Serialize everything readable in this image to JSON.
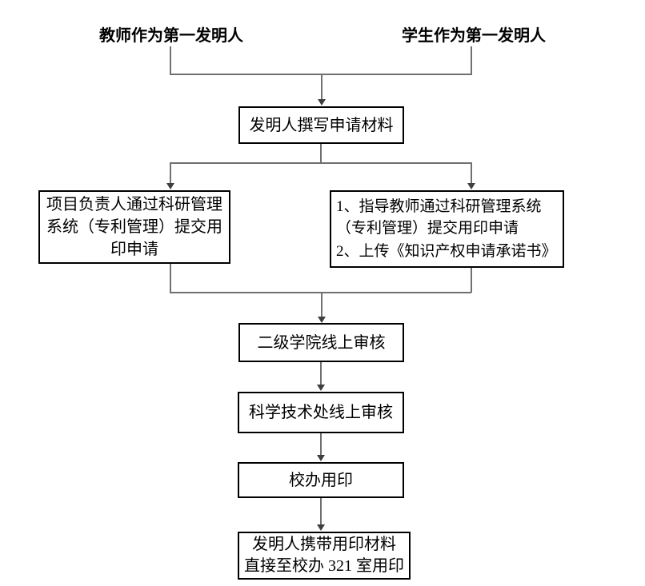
{
  "flowchart": {
    "title_hint": "专利用印申请流程图",
    "colors": {
      "background": "#ffffff",
      "box_border": "#000000",
      "connector_line": "#707070",
      "arrowhead": "#3f3f3f",
      "text": "#000000"
    },
    "top_branch_labels": {
      "teacher": "教师作为第一发明人",
      "student": "学生作为第一发明人"
    },
    "nodes": {
      "write_application": {
        "label": "发明人撰写申请材料"
      },
      "project_leader_submit": {
        "lines": [
          "项目负责人通过科研管理",
          "系统（专利管理）提交用",
          "印申请"
        ]
      },
      "advisor_submit": {
        "lines": [
          "1、指导教师通过科研管理系统",
          "（专利管理）提交用印申请",
          "2、上传《知识产权申请承诺书》"
        ]
      },
      "college_review": {
        "label": "二级学院线上审核"
      },
      "sci_tech_review": {
        "label": "科学技术处线上审核"
      },
      "school_office_seal": {
        "label": "校办用印"
      },
      "bring_materials": {
        "lines": [
          "发明人携带用印材料",
          "直接至校办 321 室用印"
        ]
      }
    }
  }
}
